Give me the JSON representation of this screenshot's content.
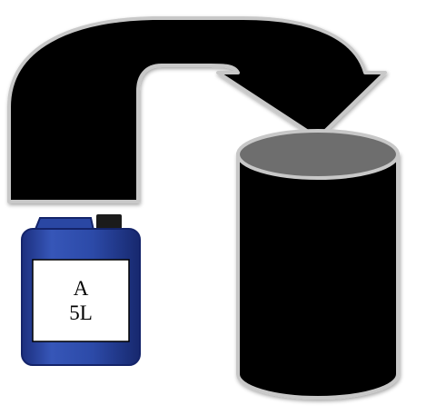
{
  "diagram": {
    "canister_label": {
      "line1": "A",
      "line2": "5L"
    },
    "colors": {
      "arrow_fill": "#000000",
      "arrow_outline": "#c8c8c8",
      "canister_blue": "#2f4dae",
      "canister_dark": "#14246a",
      "label_background": "#ffffff",
      "drum_body": "#000000",
      "drum_top": "#6e6e6e",
      "drum_outline": "#c8c8c8"
    },
    "elements": [
      "curved-transfer-arrow",
      "canister",
      "drum"
    ]
  }
}
